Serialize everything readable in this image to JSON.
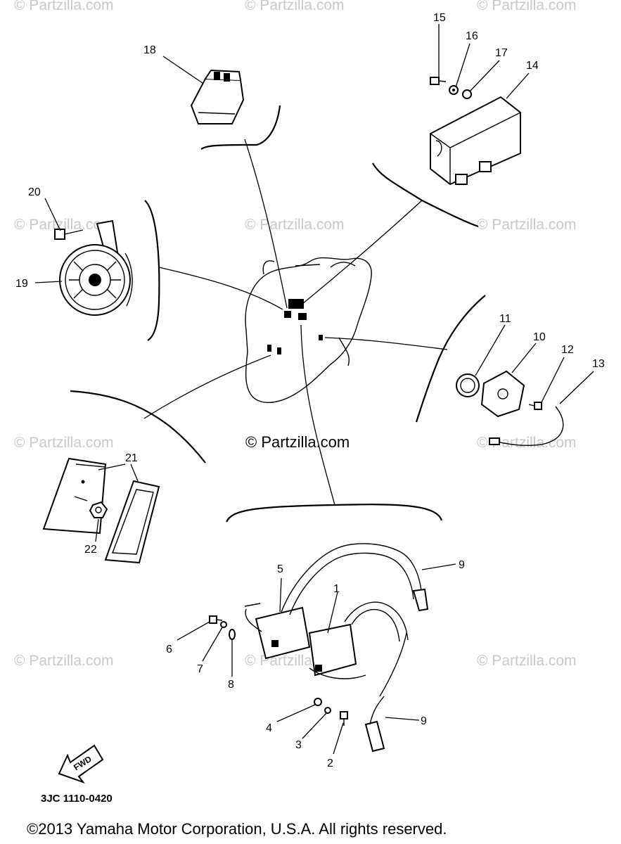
{
  "watermark": "© Partzilla.com",
  "center_watermark": "© Partzilla.com",
  "callouts": {
    "c1": "1",
    "c2": "2",
    "c3": "3",
    "c4": "4",
    "c5": "5",
    "c6": "6",
    "c7": "7",
    "c8": "8",
    "c9a": "9",
    "c9b": "9",
    "c10": "10",
    "c11": "11",
    "c12": "12",
    "c13": "13",
    "c14": "14",
    "c15": "15",
    "c16": "16",
    "c17": "17",
    "c18": "18",
    "c19": "19",
    "c20": "20",
    "c21": "21",
    "c22": "22"
  },
  "fwd_label": "FWD",
  "diagram_code": "3JC 1110-0420",
  "copyright": "©2013 Yamaha Motor Corporation, U.S.A. All rights reserved."
}
